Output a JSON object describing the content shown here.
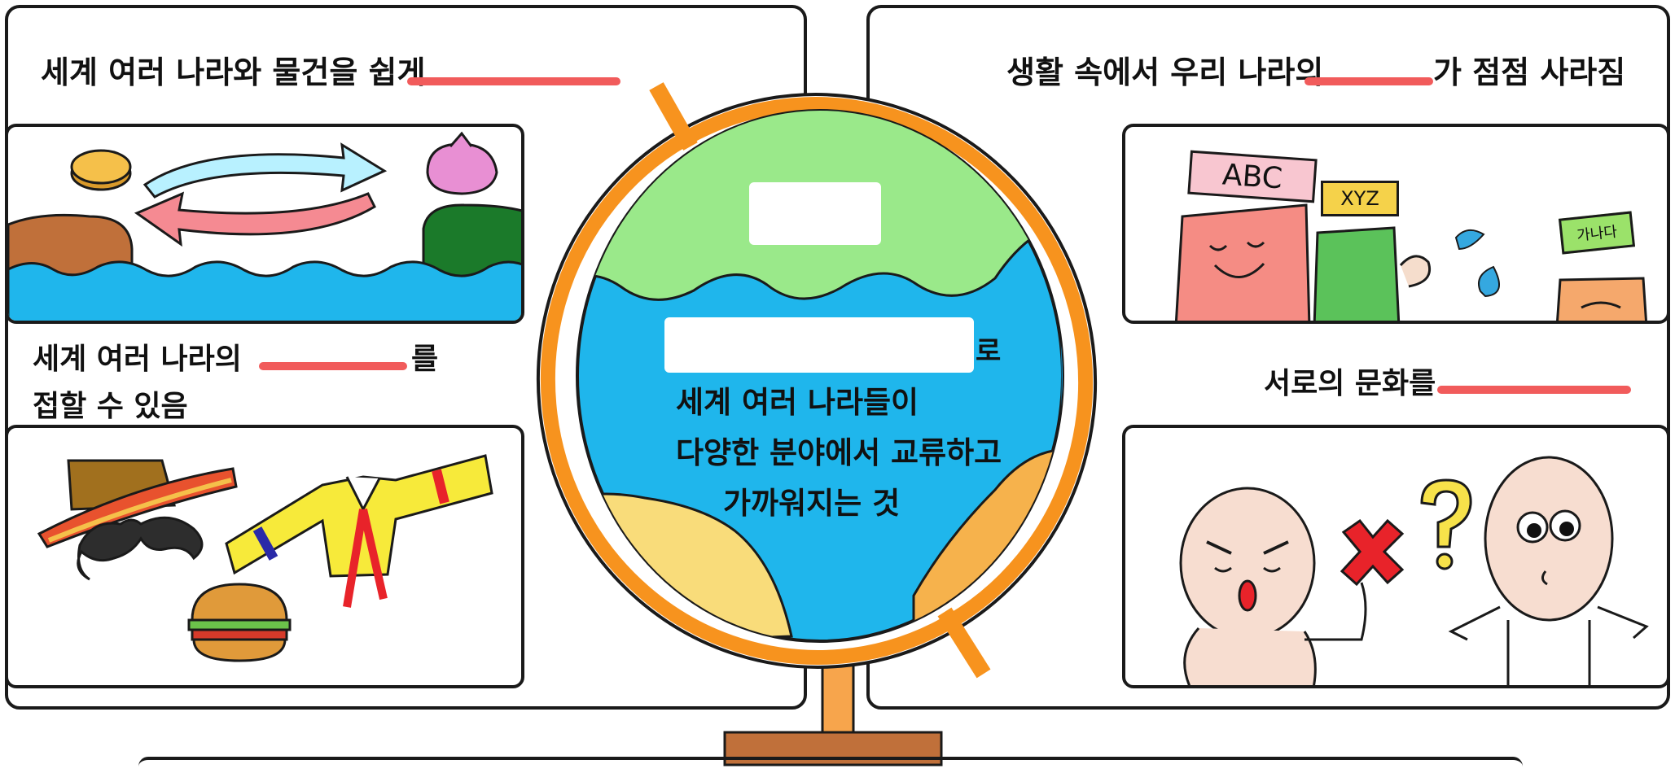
{
  "left_panel": {
    "top_text": "세계 여러 나라와 물건을 쉽게",
    "mid_text_line1_before": "세계 여러 나라의",
    "mid_text_line1_after": "를",
    "mid_text_line2": "접할 수 있음",
    "trade_scene_icons": [
      "coin-icon",
      "dumpling-icon",
      "arrow-right-icon",
      "arrow-left-icon"
    ],
    "culture_scene_icons": [
      "sombrero-icon",
      "mustache-icon",
      "hanbok-icon",
      "hamburger-icon"
    ]
  },
  "right_panel": {
    "top_text_before": "생활 속에서 우리 나라의",
    "top_text_after": "가 점점 사라짐",
    "product_labels": [
      "ABC",
      "XYZ",
      "가나다"
    ],
    "mid_text": "서로의 문화를",
    "conflict_icons": [
      "angry-person-icon",
      "red-x-icon",
      "question-mark-icon",
      "confused-person-icon"
    ]
  },
  "globe": {
    "suffix": "로",
    "definition_lines": [
      "세계 여러 나라들이",
      "다양한 분야에서 교류하고",
      "가까워지는 것"
    ]
  },
  "colors": {
    "blank_line": "#f15b5b",
    "ocean": "#1fb6ec",
    "globe_ring": "#f7931e",
    "land_green": "#9ae98a",
    "land_yellow": "#f9dc7a",
    "land_orange": "#f6b24c"
  }
}
